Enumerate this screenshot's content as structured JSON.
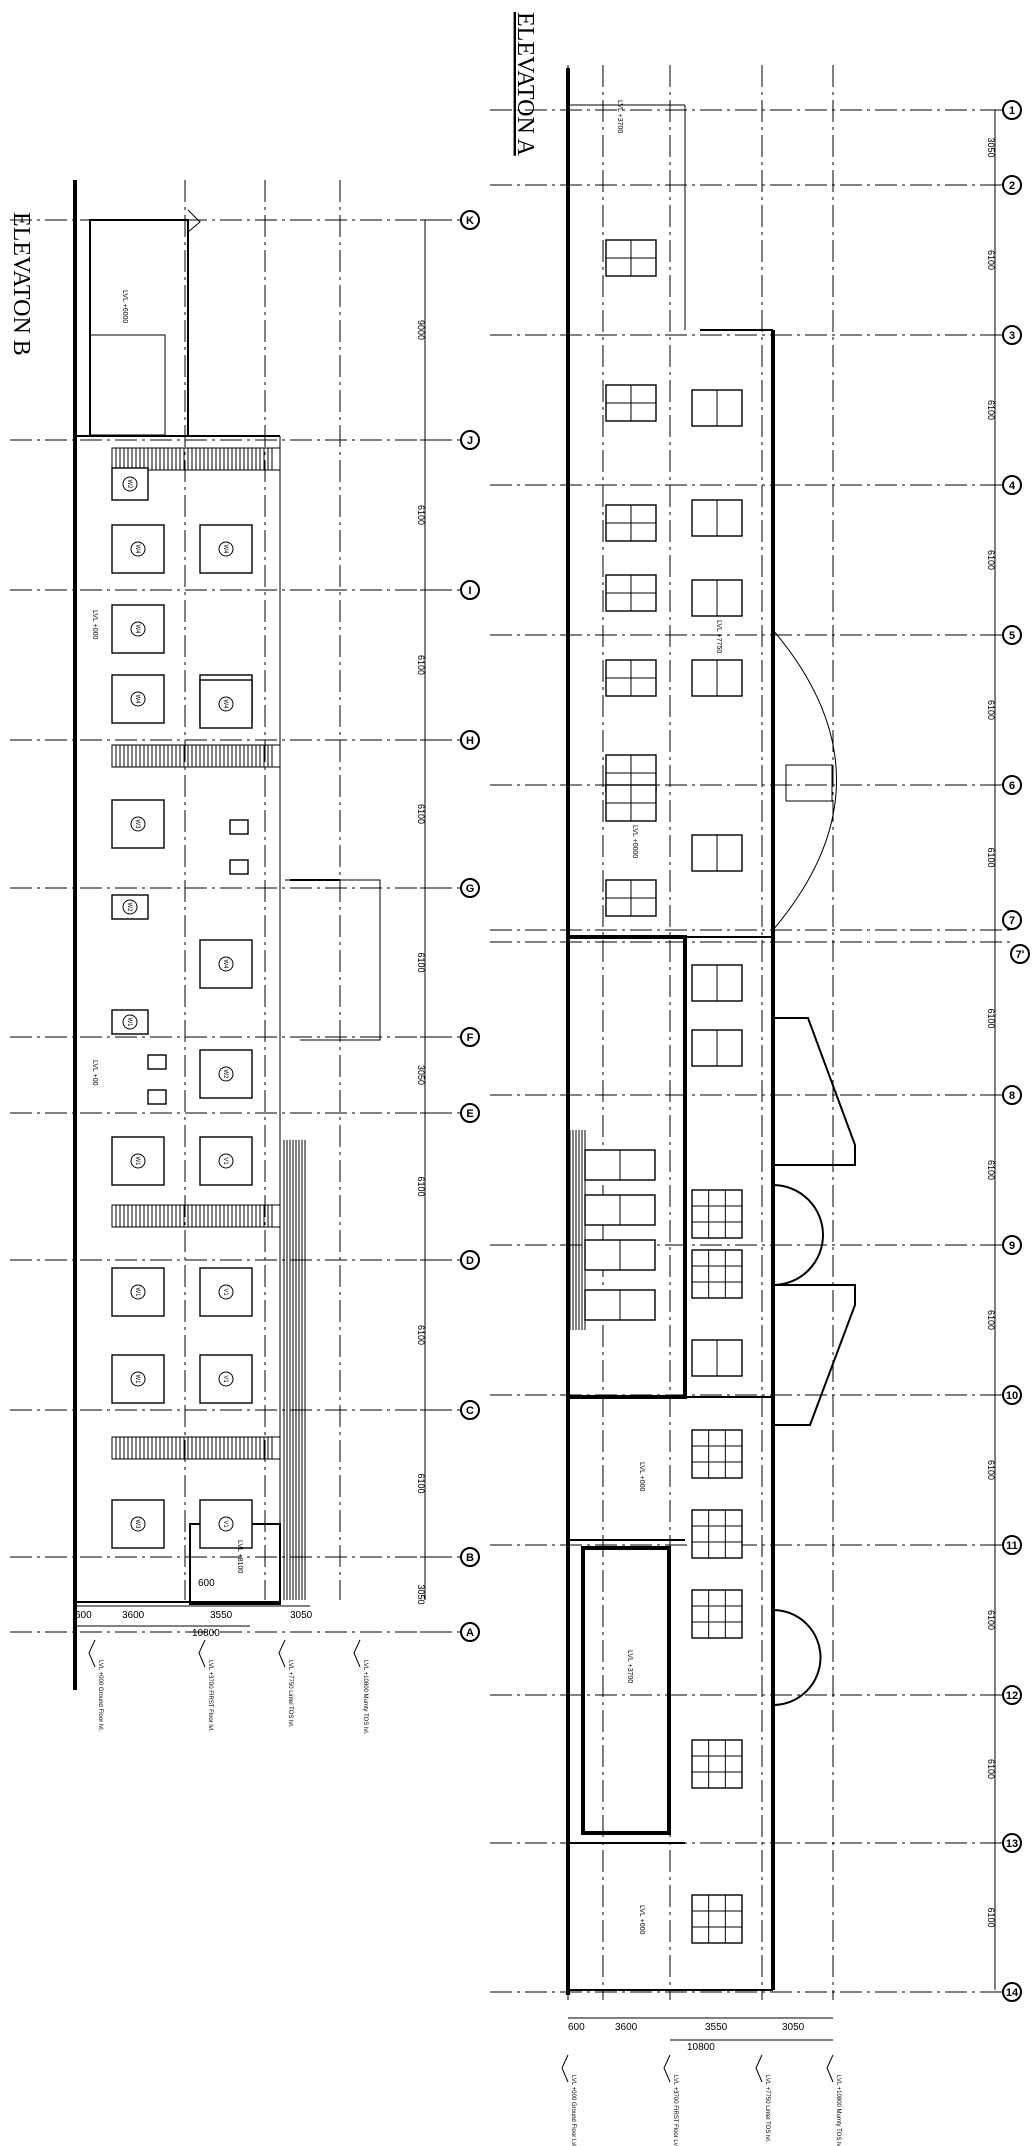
{
  "elevation_a": {
    "title": "ELEVATON A",
    "grids": [
      "1",
      "2",
      "3",
      "4",
      "5",
      "6",
      "7",
      "7'",
      "8",
      "9",
      "10",
      "11",
      "12",
      "13",
      "14"
    ],
    "spacings": [
      "3050",
      "6100",
      "6100",
      "6100",
      "6100",
      "6100",
      "6100",
      "6100",
      "6100",
      "6100",
      "6100",
      "6100",
      "6100"
    ],
    "side_dims": [
      "600",
      "3600",
      "3550",
      "3050"
    ],
    "total": "10800",
    "levels": [
      "LVL +000 Ground Floor Lvl.",
      "LVL +3700 FIRST Floor Lvl.",
      "LVL +7750 Lintel TOS lvl.",
      "LVL +10800 Mumty TOS lvl."
    ],
    "lvl_tags": [
      "LVL +3700",
      "LVL +7750",
      "LVL +0000",
      "LVL +000",
      "LVL +3700",
      "LVL +000"
    ]
  },
  "elevation_b": {
    "title": "ELEVATON B",
    "grids": [
      "K",
      "J",
      "I",
      "H",
      "G",
      "F",
      "E",
      "D",
      "C",
      "B",
      "A"
    ],
    "spacings": [
      "9000",
      "6100",
      "6100",
      "6100",
      "6100",
      "3050",
      "6100",
      "6100",
      "6100",
      "3050"
    ],
    "side_dims": [
      "600",
      "3600",
      "3550",
      "3050"
    ],
    "total": "10800",
    "levels": [
      "LVL +000 Ground Floor lvl.",
      "LVL +3700 FIRST Floor lvl.",
      "LVL +7750 Lintel TOS lvl.",
      "LVL +10800 Mumty TOS lvl."
    ],
    "lvl_tags": [
      "LVL +6000",
      "LVL +000",
      "LVL +00",
      "LVL +8100"
    ],
    "note": "600",
    "window_tags": [
      "W2",
      "W4",
      "W4",
      "W4",
      "W4",
      "W4",
      "W3",
      "W2",
      "W1",
      "W1",
      "W1",
      "W1",
      "W3",
      "V1",
      "V1",
      "V1",
      "V1"
    ]
  }
}
